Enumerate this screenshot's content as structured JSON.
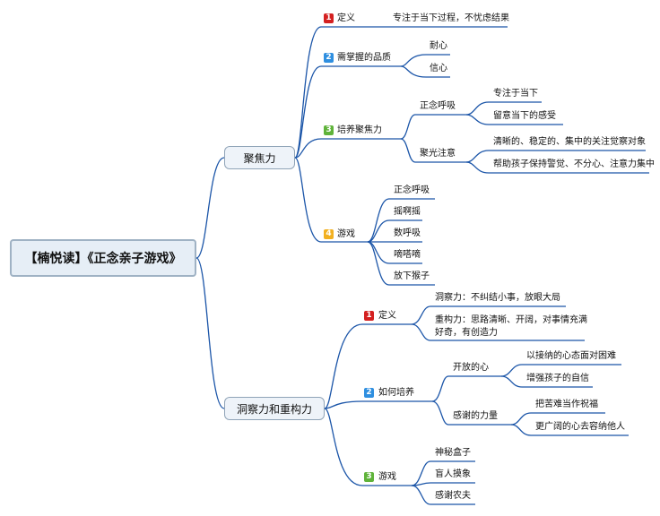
{
  "root": {
    "label": "【楠悦读】《正念亲子游戏》"
  },
  "colors": {
    "badge1": "#d42020",
    "badge2": "#2f8fe0",
    "badge3": "#5fb33a",
    "badge4": "#f2b020",
    "line": "#1b55a8"
  },
  "branch_a": {
    "label": "聚焦力",
    "sections": [
      {
        "num": "1",
        "label": "定义",
        "items": [
          "专注于当下过程，不忧虑结果"
        ]
      },
      {
        "num": "2",
        "label": "需掌握的品质",
        "items": [
          "耐心",
          "信心"
        ]
      },
      {
        "num": "3",
        "label": "培养聚焦力",
        "groups": [
          {
            "label": "正念呼吸",
            "items": [
              "专注于当下",
              "留意当下的感受"
            ]
          },
          {
            "label": "聚光注意",
            "items": [
              "清晰的、稳定的、集中的关注觉察对象",
              "帮助孩子保持警觉、不分心、注意力集中"
            ]
          }
        ]
      },
      {
        "num": "4",
        "label": "游戏",
        "items": [
          "正念呼吸",
          "摇啊摇",
          "数呼吸",
          "嘀嗒嘀",
          "放下猴子"
        ]
      }
    ]
  },
  "branch_b": {
    "label": "洞察力和重构力",
    "sections": [
      {
        "num": "1",
        "label": "定义",
        "items": [
          "洞察力：不纠结小事，放眼大局",
          "重构力：思路清晰、开阔，对事情充满",
          "好奇，有创造力"
        ]
      },
      {
        "num": "2",
        "label": "如何培养",
        "groups": [
          {
            "label": "开放的心",
            "items": [
              "以接纳的心态面对困难",
              "增强孩子的自信"
            ]
          },
          {
            "label": "感谢的力量",
            "items": [
              "把苦难当作祝福",
              "更广阔的心去容纳他人"
            ]
          }
        ]
      },
      {
        "num": "3",
        "label": "游戏",
        "items": [
          "神秘盒子",
          "盲人摸象",
          "感谢农夫"
        ]
      }
    ]
  }
}
